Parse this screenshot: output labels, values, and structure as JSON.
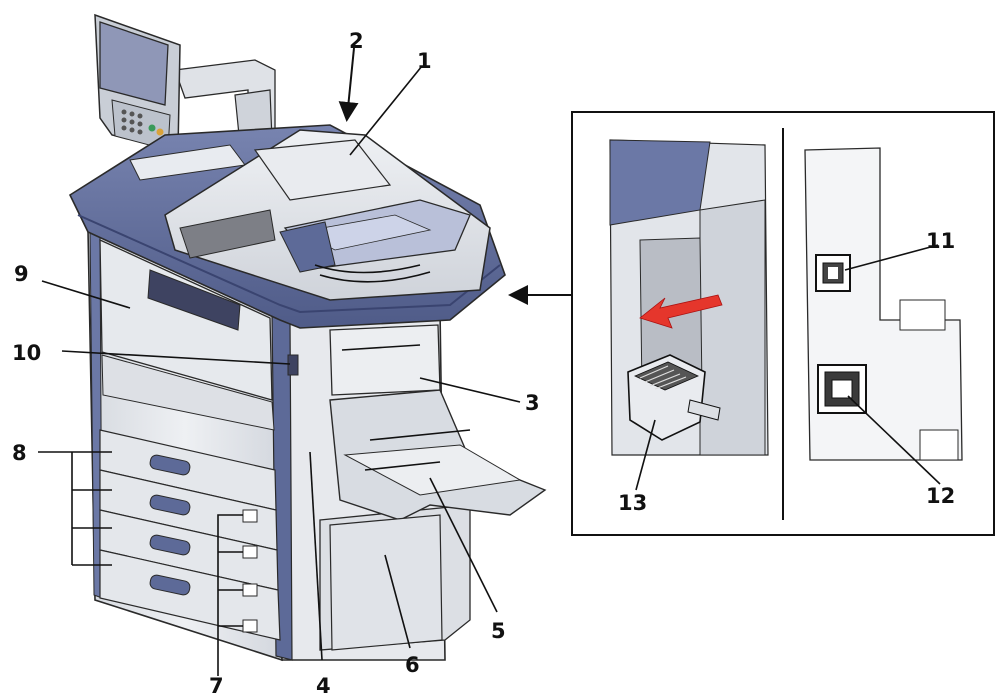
{
  "callouts": {
    "c1": "1",
    "c2": "2",
    "c3": "3",
    "c4": "4",
    "c5": "5",
    "c6": "6",
    "c7": "7",
    "c8": "8",
    "c9": "9",
    "c10": "10",
    "c11": "11",
    "c12": "12",
    "c13": "13"
  },
  "colors": {
    "body": "#e4e7eb",
    "body_shade": "#cdd2d9",
    "accent_blue": "#5d6a98",
    "outline": "#2a2a2a",
    "arrow_red": "#e5362c"
  }
}
